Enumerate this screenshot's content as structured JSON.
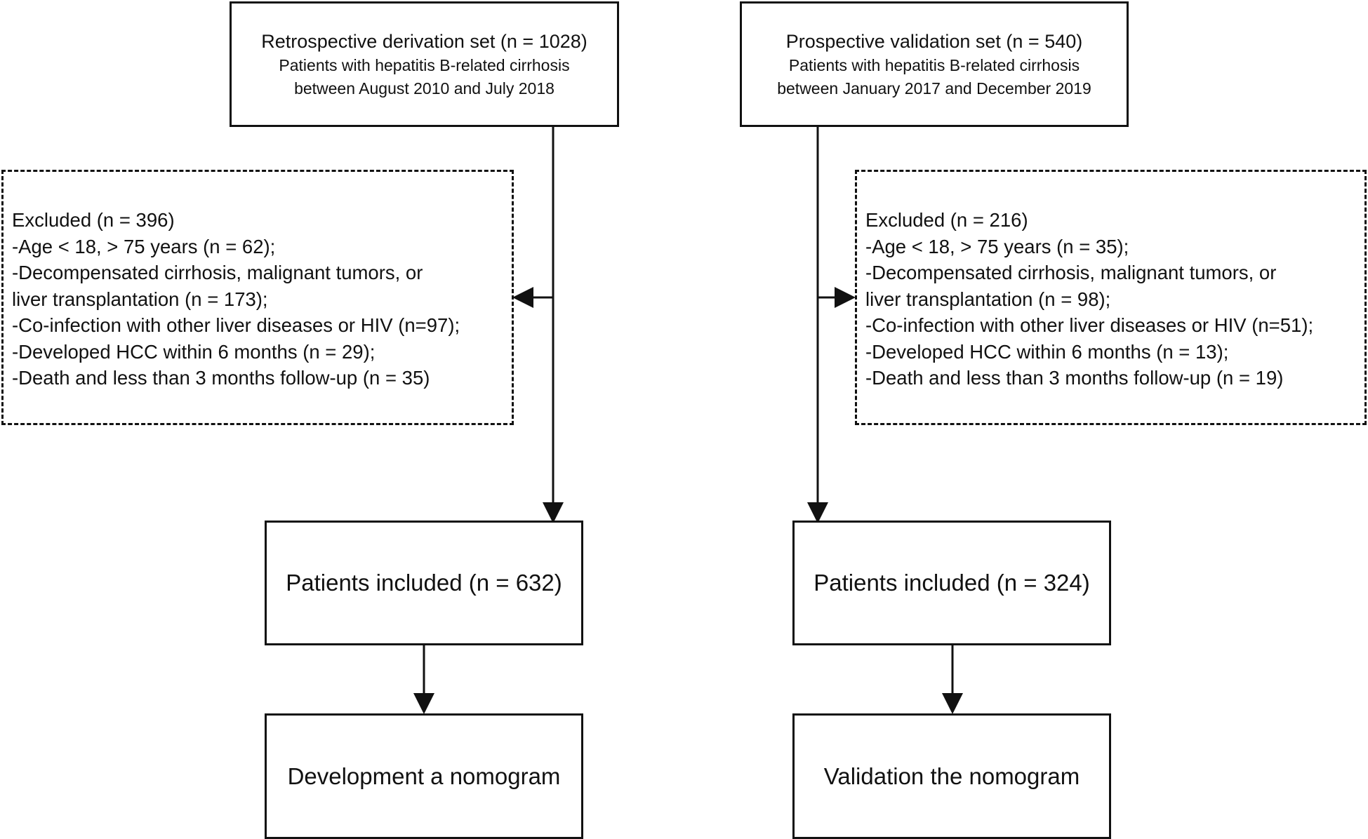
{
  "left": {
    "source": {
      "title": "Retrospective derivation set (n = 1028)",
      "line1": "Patients with hepatitis B-related cirrhosis",
      "line2": "between August 2010 and July 2018"
    },
    "excluded": [
      "Excluded (n = 396)",
      "-Age < 18, > 75 years (n = 62);",
      "-Decompensated cirrhosis, malignant tumors, or",
      "liver transplantation (n = 173);",
      "-Co-infection with other liver diseases or HIV (n=97);",
      "-Developed HCC within 6 months (n = 29);",
      "-Death and less than 3 months follow-up (n = 35)"
    ],
    "included": "Patients included (n = 632)",
    "outcome": "Development a nomogram"
  },
  "right": {
    "source": {
      "title": "Prospective validation set (n = 540)",
      "line1": "Patients with hepatitis B-related cirrhosis",
      "line2": "between January 2017 and December 2019"
    },
    "excluded": [
      "Excluded (n = 216)",
      "-Age < 18, > 75 years (n = 35);",
      "-Decompensated cirrhosis, malignant tumors, or",
      "liver transplantation (n = 98);",
      "-Co-infection with other liver diseases or HIV (n=51);",
      "-Developed HCC within 6 months (n = 13);",
      "-Death and less than 3 months follow-up (n = 19)"
    ],
    "included": "Patients included (n = 324)",
    "outcome": "Validation the nomogram"
  }
}
